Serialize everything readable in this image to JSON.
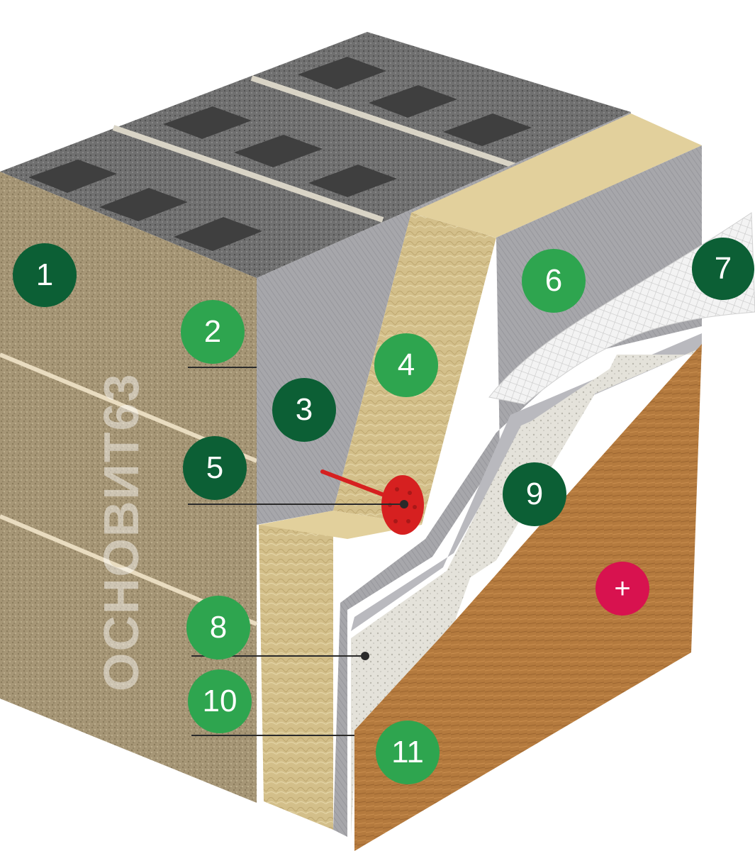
{
  "brand": {
    "watermark_text": "ОСНОВИТ63"
  },
  "colors": {
    "callout_dark": "#0c5f35",
    "callout_light": "#2ea54f",
    "callout_plus": "#d8124f",
    "block_face": "#a89a7a",
    "block_top": "#6e6e6b",
    "wool": "#d6c38f",
    "adhesive": "#a9a9ad",
    "plaster": "#e6e4dc",
    "finish": "#b57a3d",
    "anchor": "#d62020"
  },
  "callouts": [
    {
      "id": "1",
      "label": "1",
      "tone": "dark"
    },
    {
      "id": "2",
      "label": "2",
      "tone": "light"
    },
    {
      "id": "3",
      "label": "3",
      "tone": "dark"
    },
    {
      "id": "4",
      "label": "4",
      "tone": "light"
    },
    {
      "id": "5",
      "label": "5",
      "tone": "dark"
    },
    {
      "id": "6",
      "label": "6",
      "tone": "light"
    },
    {
      "id": "7",
      "label": "7",
      "tone": "dark"
    },
    {
      "id": "8",
      "label": "8",
      "tone": "light"
    },
    {
      "id": "9",
      "label": "9",
      "tone": "dark"
    },
    {
      "id": "10",
      "label": "10",
      "tone": "light"
    },
    {
      "id": "11",
      "label": "11",
      "tone": "light"
    },
    {
      "id": "plus",
      "label": "+",
      "tone": "plus"
    }
  ]
}
